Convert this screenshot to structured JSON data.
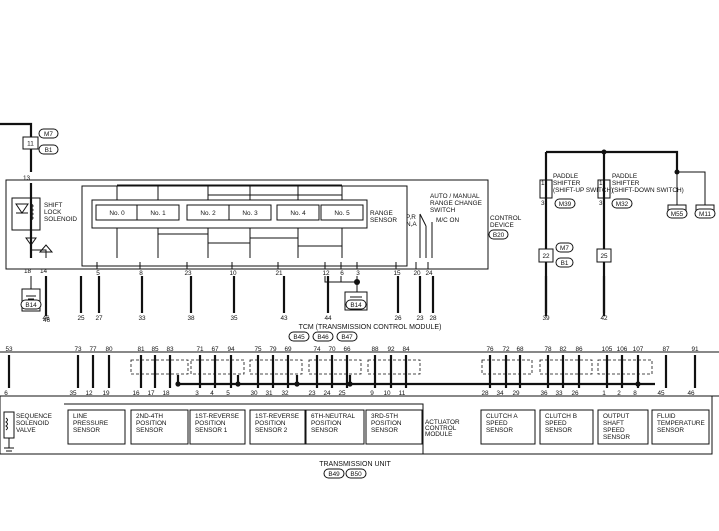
{
  "shift_lock": {
    "pin_top": "11",
    "pin_13": "13",
    "pin_18": "18",
    "pin_14": "14",
    "pin_46": "46",
    "conn_m7": "M7",
    "conn_b1": "B1",
    "conn_b14": "B14",
    "label_1": "SHIFT",
    "label_2": "LOCK",
    "label_3": "SOLENOID"
  },
  "control_device": {
    "label_1": "CONTROL",
    "label_2": "DEVICE",
    "conn_b20": "B20"
  },
  "range_sensor": {
    "label_1": "RANGE",
    "label_2": "SENSOR",
    "conn_b14": "B14",
    "positions": [
      "No. 0",
      "No. 1",
      "No. 2",
      "No. 3",
      "No. 4",
      "No. 5"
    ],
    "pins": [
      "5",
      "8",
      "23",
      "10",
      "21",
      "12",
      "6",
      "3",
      "15",
      "20",
      "24"
    ]
  },
  "auto_manual": {
    "label_1": "AUTO / MANUAL",
    "label_2": "RANGE CHANGE",
    "label_3": "SWITCH",
    "pr_label": "P,R",
    "na_label": "N,A",
    "mc_label": "M/C ON"
  },
  "paddle": {
    "up": {
      "label_1": "PADDLE",
      "label_2": "SHIFTER",
      "label_3": "(SHIFT-UP SWITCH)",
      "conn": "M39",
      "pin_top": "1",
      "pin_bot": "3"
    },
    "down": {
      "label_1": "PADDLE",
      "label_2": "SHIFTER",
      "label_3": "(SHIFT-DOWN SWITCH)",
      "conn": "M32",
      "pin_top": "1",
      "pin_bot": "3"
    },
    "gnd_m55": "M55",
    "gnd_m11": "M11",
    "joint_pin_22": "22",
    "joint_pin_25": "25",
    "joint_m7": "M7",
    "joint_b1": "B1"
  },
  "tcm": {
    "label": "TCM (TRANSMISSION CONTROL MODULE)",
    "pins": [
      "46",
      "25",
      "27",
      "33",
      "38",
      "35",
      "43",
      "44",
      "26",
      "23",
      "28",
      "39",
      "42"
    ],
    "connectors": [
      "B45",
      "B46",
      "B47"
    ]
  },
  "top_pins": [
    "53",
    "73",
    "77",
    "80",
    "81",
    "85",
    "83",
    "71",
    "67",
    "94",
    "75",
    "79",
    "69",
    "74",
    "70",
    "66",
    "88",
    "92",
    "84",
    "76",
    "72",
    "68",
    "78",
    "82",
    "86",
    "105",
    "106",
    "107",
    "87",
    "91"
  ],
  "bottom_pins": [
    "6",
    "35",
    "12",
    "19",
    "16",
    "17",
    "18",
    "3",
    "4",
    "5",
    "30",
    "31",
    "32",
    "23",
    "24",
    "25",
    "9",
    "10",
    "11",
    "28",
    "34",
    "29",
    "36",
    "33",
    "26",
    "1",
    "2",
    "8",
    "45",
    "46"
  ],
  "sensors": [
    [
      "LINE",
      "PRESSURE",
      "SENSOR"
    ],
    [
      "2ND-4TH",
      "POSITION",
      "SENSOR"
    ],
    [
      "1ST-REVERSE",
      "POSITION",
      "SENSOR 1"
    ],
    [
      "1ST-REVERSE",
      "POSITION",
      "SENSOR 2"
    ],
    [
      "6TH-NEUTRAL",
      "POSITION",
      "SENSOR"
    ],
    [
      "3RD-5TH",
      "POSITION",
      "SENSOR"
    ],
    [
      "CLUTCH A",
      "SPEED",
      "SENSOR"
    ],
    [
      "CLUTCH B",
      "SPEED",
      "SENSOR"
    ],
    [
      "OUTPUT",
      "SHAFT",
      "SPEED",
      "SENSOR"
    ],
    [
      "FLUID",
      "TEMPERATURE",
      "SENSOR"
    ]
  ],
  "sequence_solenoid": {
    "label_1": "SEQUENCE",
    "label_2": "SOLENOID",
    "label_3": "VALVE"
  },
  "actuator": {
    "label_1": "ACTUATOR",
    "label_2": "CONTROL",
    "label_3": "MODULE"
  },
  "transmission_unit": {
    "label": "TRANSMISSION UNIT",
    "connectors": [
      "B49",
      "B50"
    ]
  }
}
